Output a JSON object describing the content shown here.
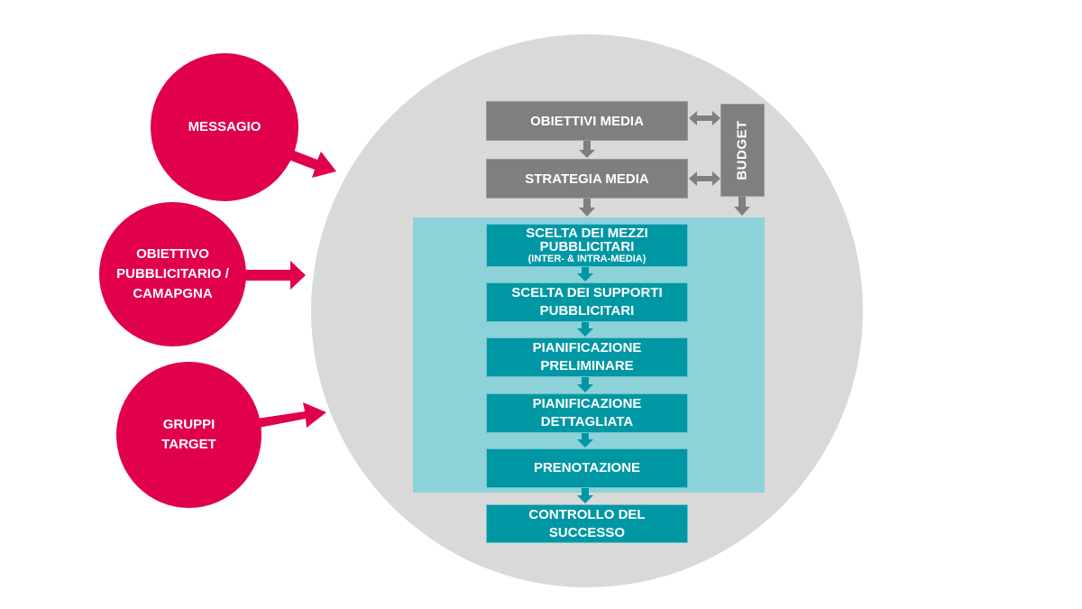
{
  "inputs": [
    {
      "label": "MESSAGIO"
    },
    {
      "label": "OBIETTIVO\nPUBBLICITARIO /\nCAMAPGNA"
    },
    {
      "label": "GRUPPI\nTARGET"
    }
  ],
  "planning": {
    "top_steps": [
      {
        "label": "OBIETTIVI MEDIA"
      },
      {
        "label": "STRATEGIA MEDIA"
      }
    ],
    "budget_label": "BUDGET",
    "media_steps": [
      {
        "label": "SCELTA DEI MEZZI\nPUBBLICITARI",
        "sublabel": "(INTER- & INTRA-MEDIA)"
      },
      {
        "label": "SCELTA DEI SUPPORTI\nPUBBLICITARI"
      },
      {
        "label": "PIANIFICAZIONE\nPRELIMINARE"
      },
      {
        "label": "PIANIFICAZIONE\nDETTAGLIATA"
      },
      {
        "label": "PRENOTAZIONE"
      }
    ],
    "final_step": {
      "label": "CONTROLLO DEL\nSUCCESSO"
    }
  },
  "colors": {
    "input_red": "#e0004d",
    "circle_gray": "#d9d9d9",
    "box_gray": "#7f7f7f",
    "box_teal": "#0097a4",
    "panel_teal": "#8cd2d8"
  }
}
